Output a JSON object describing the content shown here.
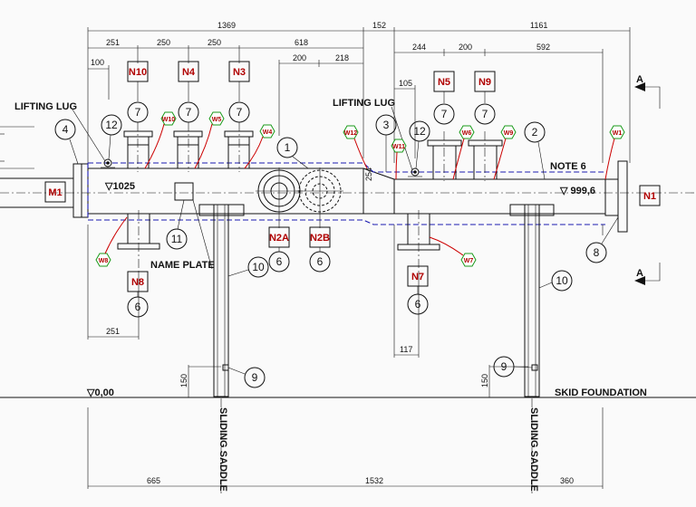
{
  "dimensions": {
    "top_overall": "1369",
    "top_mid": "152",
    "top_right": "1161",
    "d251_top": "251",
    "d250a": "250",
    "d250b": "250",
    "d618": "618",
    "d100": "100",
    "d200_left": "200",
    "d218": "218",
    "d244": "244",
    "d200_right": "200",
    "d592": "592",
    "d105": "105",
    "d254": "254",
    "d117": "117",
    "d251_bottom": "251",
    "d150_left": "150",
    "d150_right": "150",
    "bottom_left": "665",
    "bottom_mid": "1532",
    "bottom_right": "360"
  },
  "labels": {
    "lifting_lug_left": "LIFTING LUG",
    "lifting_lug_right": "LIFTING LUG",
    "name_plate": "NAME PLATE",
    "note6": "NOTE 6",
    "skid_foundation": "SKID FOUNDATION",
    "sliding_saddle_left": "SLIDING SADDLE",
    "sliding_saddle_right": "SLIDING SADDLE",
    "elev_left": "▽1025",
    "elev_right": "▽ 999,6",
    "elev_zero": "▽0,00",
    "section_a_top": "A",
    "section_a_bottom": "A"
  },
  "nozzles": {
    "N10": "N10",
    "N4": "N4",
    "N3": "N3",
    "N5": "N5",
    "N9": "N9",
    "M1": "M1",
    "N1": "N1",
    "N8": "N8",
    "N2A": "N2A",
    "N2B": "N2B",
    "N7": "N7"
  },
  "welds": {
    "W10": "W10",
    "W5": "W5",
    "W4": "W4",
    "W12": "W12",
    "W11": "W11",
    "W6": "W6",
    "W9": "W9",
    "W1": "W1",
    "W8": "W8",
    "W7": "W7"
  },
  "balloons": {
    "b7a": "7",
    "b7b": "7",
    "b7c": "7",
    "b7d": "7",
    "b7e": "7",
    "b12a": "12",
    "b12b": "12",
    "b4": "4",
    "b1": "1",
    "b3": "3",
    "b2": "2",
    "b8": "8",
    "b11": "11",
    "b10a": "10",
    "b10b": "10",
    "b6a": "6",
    "b6b": "6",
    "b6c": "6",
    "b6d": "6",
    "b9a": "9",
    "b9b": "9"
  }
}
